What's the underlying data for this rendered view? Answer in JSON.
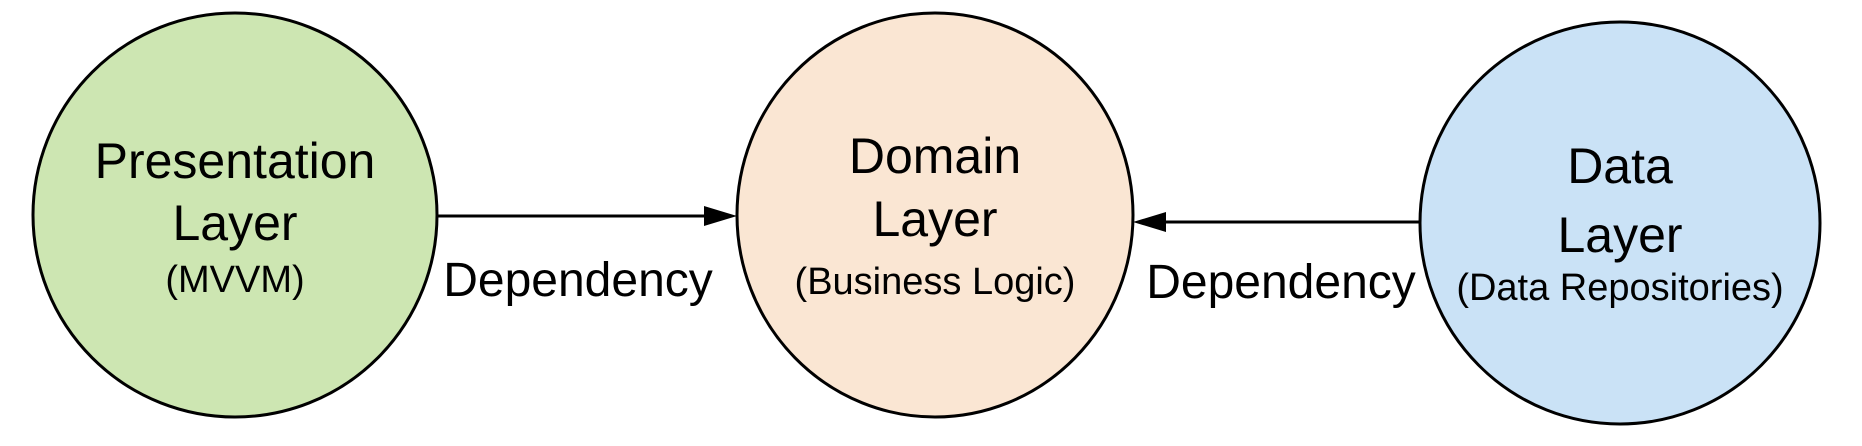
{
  "diagram": {
    "background": "#ffffff",
    "nodes": [
      {
        "id": "presentation-layer",
        "title_lines": [
          "Presentation",
          "Layer"
        ],
        "subtitle": "(MVVM)",
        "fill": "#cde6b2",
        "stroke": "#000000",
        "text_color": "#000000"
      },
      {
        "id": "domain-layer",
        "title_lines": [
          "Domain",
          "Layer"
        ],
        "subtitle": "(Business Logic)",
        "fill": "#fae6d3",
        "stroke": "#000000",
        "text_color": "#000000"
      },
      {
        "id": "data-layer",
        "title_lines": [
          "Data",
          "Layer"
        ],
        "subtitle": "(Data Repositories)",
        "fill": "#cae2f6",
        "stroke": "#000000",
        "text_color": "#000000"
      }
    ],
    "edges": [
      {
        "id": "presentation-to-domain",
        "from": "presentation-layer",
        "to": "domain-layer",
        "direction": "right",
        "label": "Dependency",
        "line_color": "#000000",
        "label_color": "#a2b1da"
      },
      {
        "id": "data-to-domain",
        "from": "data-layer",
        "to": "domain-layer",
        "direction": "left",
        "label": "Dependency",
        "line_color": "#000000",
        "label_color": "#a2b1da"
      }
    ]
  }
}
